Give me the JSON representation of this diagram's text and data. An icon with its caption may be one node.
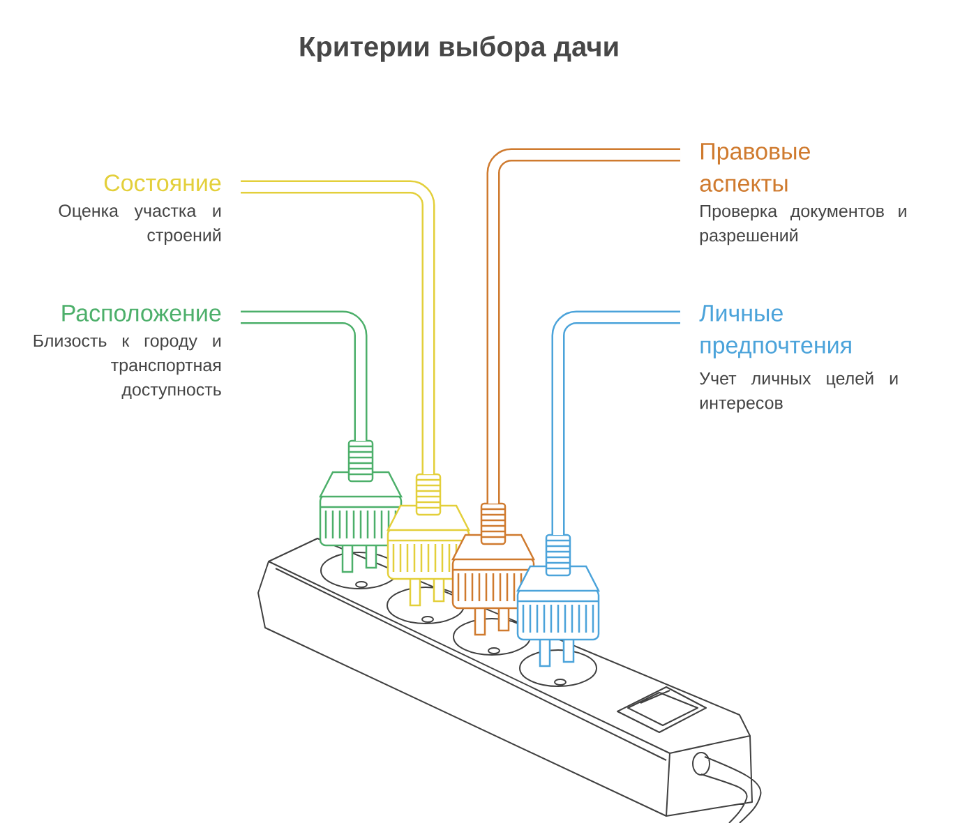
{
  "diagram": {
    "title": "Критерии выбора дачи",
    "nodes": [
      {
        "text": [
          "Состояние",
          "Оценка участка и строений"
        ]
      },
      {
        "text": [
          "Правовые аспекты",
          "Проверка документов и разрешений"
        ]
      },
      {
        "text": [
          "Расположение",
          "Близость к городу и транспортная доступность"
        ]
      },
      {
        "text": [
          "Личные предпочтения",
          "Учет личных целей и интересов"
        ]
      },
      {
        "text": [],
        "shape": "picture"
      },
      {
        "text": [],
        "shape": "picture"
      },
      {
        "text": [],
        "shape": "picture"
      },
      {
        "text": [],
        "shape": "picture"
      }
    ],
    "edges": [
      {
        "from": 0,
        "to": 5,
        "arrow": "none",
        "color": "#e3cf3a"
      },
      {
        "from": 1,
        "to": 6,
        "arrow": "none",
        "color": "#cf7a2e"
      },
      {
        "from": 2,
        "to": 4,
        "arrow": "none",
        "color": "#4caf6a"
      },
      {
        "from": 3,
        "to": 7,
        "arrow": "none",
        "color": "#4ba3da"
      }
    ]
  }
}
